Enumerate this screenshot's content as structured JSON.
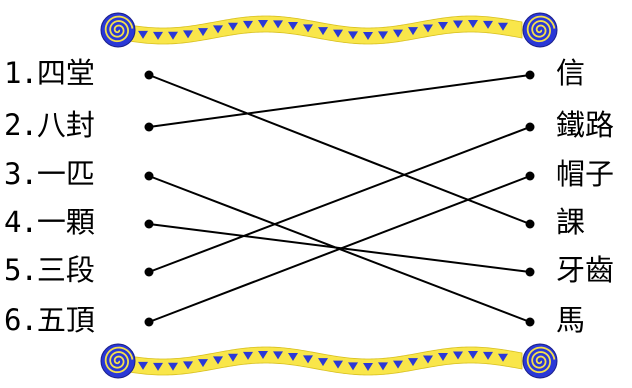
{
  "left_items": [
    {
      "number": "1.",
      "word": "四堂"
    },
    {
      "number": "2.",
      "word": "八封"
    },
    {
      "number": "3.",
      "word": "一匹"
    },
    {
      "number": "4.",
      "word": "一顆"
    },
    {
      "number": "5.",
      "word": "三段"
    },
    {
      "number": "6.",
      "word": "五頂"
    }
  ],
  "right_items": [
    "信",
    "鐵路",
    "帽子",
    "課",
    "牙齒",
    "馬"
  ],
  "connections": [
    [
      1,
      4
    ],
    [
      2,
      1
    ],
    [
      3,
      6
    ],
    [
      4,
      5
    ],
    [
      5,
      2
    ],
    [
      6,
      3
    ]
  ],
  "colors": {
    "ribbon": "#f9e64a",
    "ribbon_triangles": "#2a38d6",
    "spiral_fill": "#2a38d6",
    "spiral_line": "#f4e04a",
    "line": "#000000",
    "dot": "#000000"
  },
  "icons": {
    "ornament_end": "spiral-icon",
    "ornament_band": "wavy-ribbon"
  }
}
